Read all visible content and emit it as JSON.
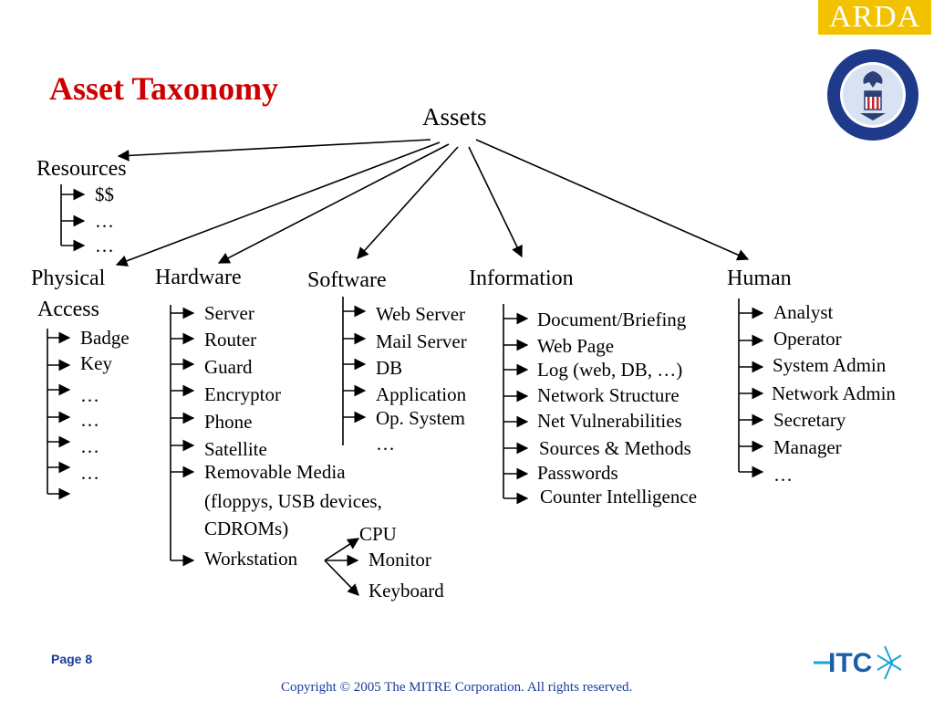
{
  "title": "Asset Taxonomy",
  "root": "Assets",
  "logos": {
    "arda": "ARDA",
    "itc": "ITC"
  },
  "categories": {
    "resources": {
      "label": "Resources",
      "items": [
        "$$",
        "…",
        "…"
      ]
    },
    "physical": {
      "label_line1": "Physical",
      "label_line2": "Access",
      "items": [
        "Badge",
        "Key",
        "…",
        "…",
        "…",
        "…"
      ]
    },
    "hardware": {
      "label": "Hardware",
      "items": [
        "Server",
        "Router",
        "Guard",
        "Encryptor",
        "Phone",
        "Satellite",
        "Removable Media",
        "(floppys, USB devices,",
        "CDROMs)",
        "Workstation"
      ]
    },
    "workstation_parts": [
      "CPU",
      "Monitor",
      "Keyboard"
    ],
    "software": {
      "label": "Software",
      "items": [
        "Web Server",
        "Mail Server",
        "DB",
        "Application",
        "Op. System",
        "…"
      ]
    },
    "information": {
      "label": "Information",
      "items": [
        "Document/Briefing",
        "Web Page",
        "Log (web, DB, …)",
        "Network Structure",
        "Net Vulnerabilities",
        "Sources & Methods",
        "Passwords",
        "Counter Intelligence"
      ]
    },
    "human": {
      "label": "Human",
      "items": [
        "Analyst",
        "Operator",
        "System Admin",
        "Network Admin",
        "Secretary",
        "Manager",
        "…"
      ]
    }
  },
  "footer": {
    "page": "Page 8",
    "copyright": "Copyright © 2005  The MITRE Corporation. All rights reserved."
  },
  "colors": {
    "title": "#cc0000",
    "footer": "#1a3c9c",
    "arda_bg": "#f2c200",
    "seal": "#1f3a8a"
  }
}
